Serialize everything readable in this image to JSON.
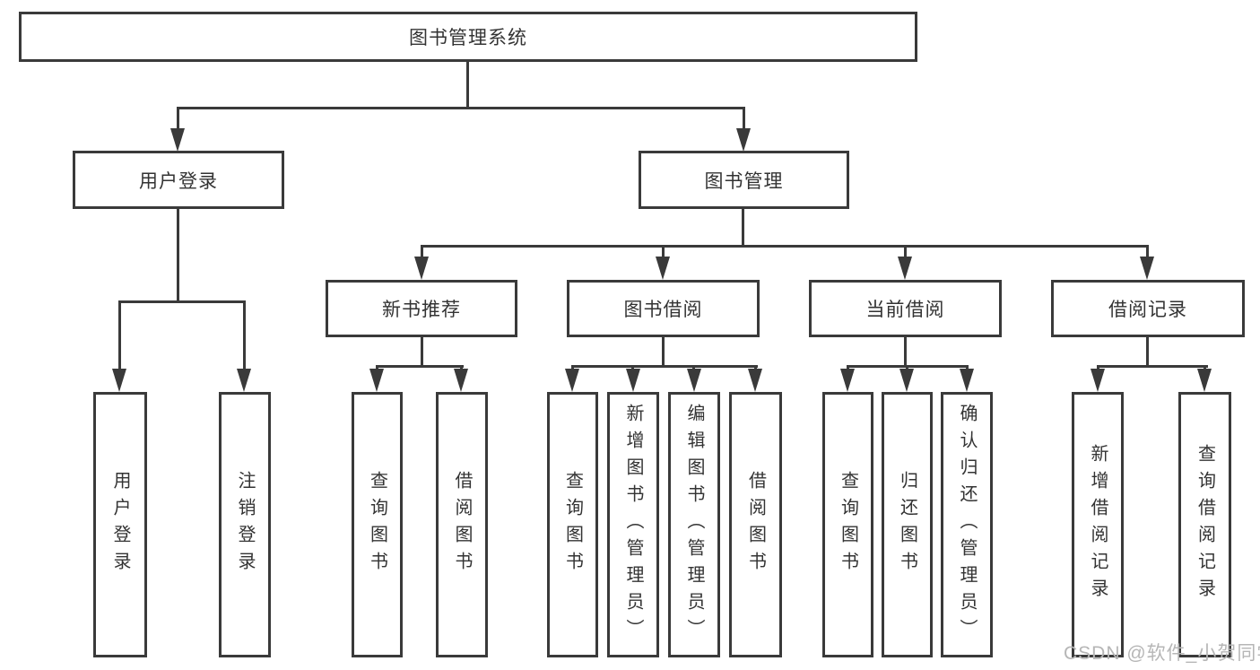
{
  "root": {
    "label": "图书管理系统",
    "children": [
      {
        "label": "用户登录",
        "children": [
          {
            "label": "用户登录"
          },
          {
            "label": "注销登录"
          }
        ]
      },
      {
        "label": "图书管理",
        "children": [
          {
            "label": "新书推荐",
            "children": [
              {
                "label": "查询图书"
              },
              {
                "label": "借阅图书"
              }
            ]
          },
          {
            "label": "图书借阅",
            "children": [
              {
                "label": "查询图书"
              },
              {
                "label": "新增图书（管理员）"
              },
              {
                "label": "编辑图书（管理员）"
              },
              {
                "label": "借阅图书"
              }
            ]
          },
          {
            "label": "当前借阅",
            "children": [
              {
                "label": "查询图书"
              },
              {
                "label": "归还图书"
              },
              {
                "label": "确认归还（管理员）"
              }
            ]
          },
          {
            "label": "借阅记录",
            "children": [
              {
                "label": "新增借阅记录"
              },
              {
                "label": "查询借阅记录"
              }
            ]
          }
        ]
      }
    ]
  },
  "watermark": {
    "text": "CSDN @软件_小贺同学"
  },
  "colors": {
    "line": "#3a3a3a",
    "text": "#333333",
    "background": "#ffffff",
    "watermark": "#b6b6b6"
  }
}
